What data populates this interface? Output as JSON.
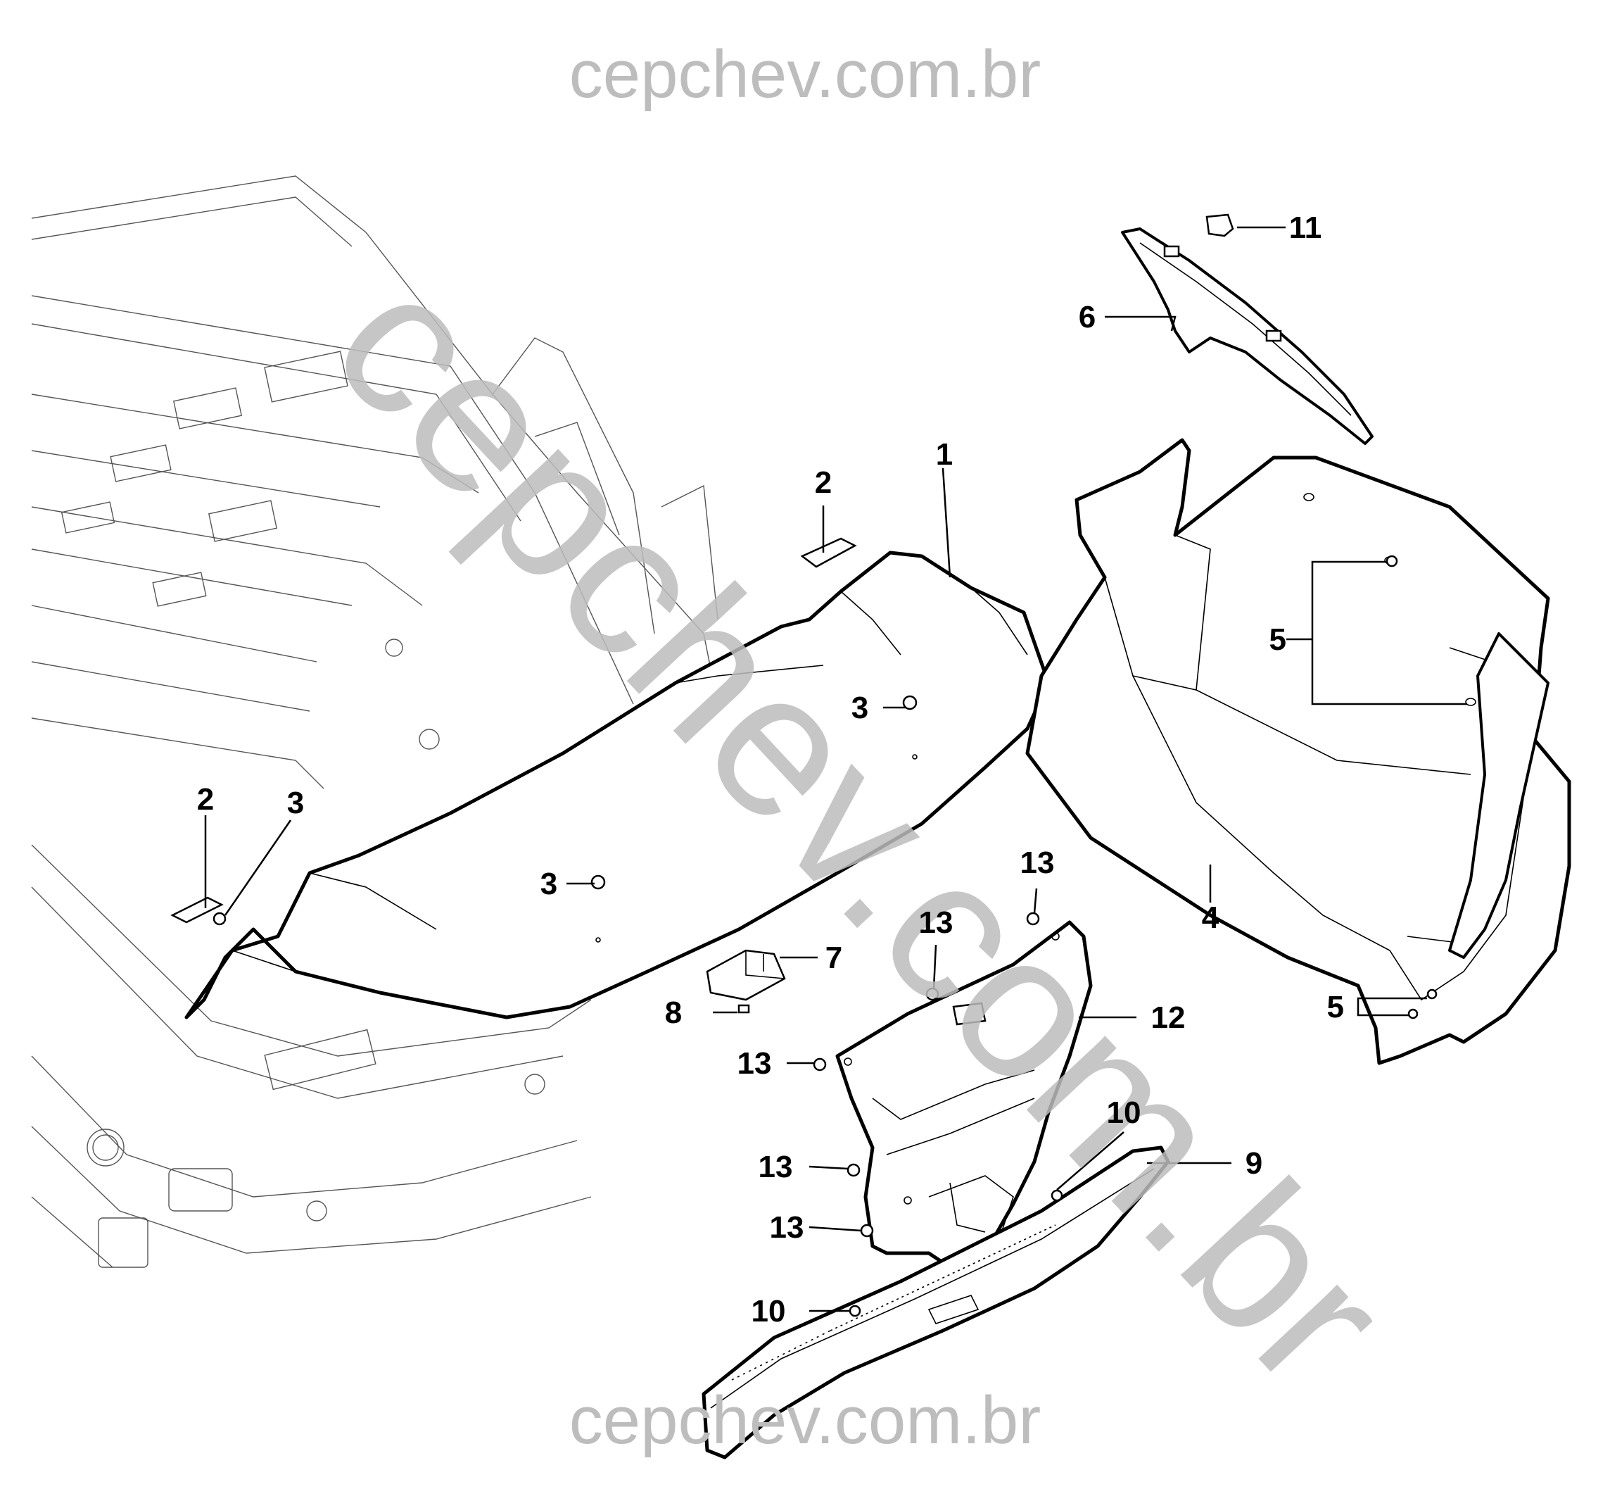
{
  "watermark": {
    "top": "cepchev.com.br",
    "bottom": "cepchev.com.br",
    "diagonal": "cepchev.com.br",
    "color": "#bdbdbd"
  },
  "callouts": [
    {
      "id": "c1",
      "label": "1"
    },
    {
      "id": "c2a",
      "label": "2"
    },
    {
      "id": "c2b",
      "label": "2"
    },
    {
      "id": "c3a",
      "label": "3"
    },
    {
      "id": "c3b",
      "label": "3"
    },
    {
      "id": "c3c",
      "label": "3"
    },
    {
      "id": "c4",
      "label": "4"
    },
    {
      "id": "c5a",
      "label": "5"
    },
    {
      "id": "c5b",
      "label": "5"
    },
    {
      "id": "c6",
      "label": "6"
    },
    {
      "id": "c7",
      "label": "7"
    },
    {
      "id": "c8",
      "label": "8"
    },
    {
      "id": "c9",
      "label": "9"
    },
    {
      "id": "c10a",
      "label": "10"
    },
    {
      "id": "c10b",
      "label": "10"
    },
    {
      "id": "c11",
      "label": "11"
    },
    {
      "id": "c12",
      "label": "12"
    },
    {
      "id": "c13a",
      "label": "13"
    },
    {
      "id": "c13b",
      "label": "13"
    },
    {
      "id": "c13c",
      "label": "13"
    },
    {
      "id": "c13d",
      "label": "13"
    },
    {
      "id": "c13e",
      "label": "13"
    }
  ]
}
